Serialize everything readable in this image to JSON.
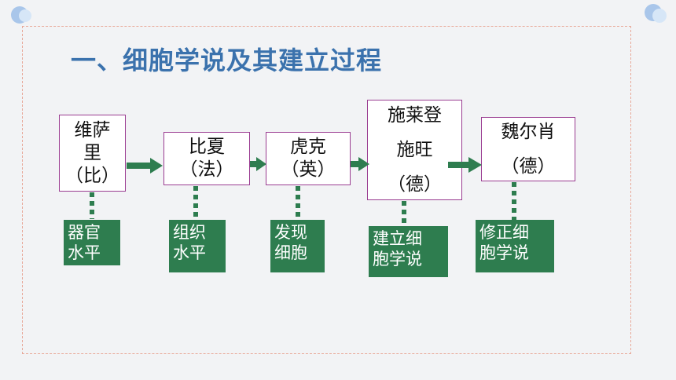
{
  "title": "一、细胞学说及其建立过程",
  "scientists": [
    {
      "lines": [
        "维萨",
        "里",
        "（比）"
      ],
      "contribution": [
        "器官",
        "水平"
      ]
    },
    {
      "lines": [
        "比夏",
        "（法）"
      ],
      "contribution": [
        "组织",
        "水平"
      ]
    },
    {
      "lines": [
        "虎克",
        "（英）"
      ],
      "contribution": [
        "发现",
        "细胞"
      ]
    },
    {
      "lines": [
        "施莱登",
        "施旺",
        "（德）"
      ],
      "contribution": [
        "建立细",
        "胞学说"
      ]
    },
    {
      "lines": [
        "魏尔肖",
        "（德）"
      ],
      "contribution": [
        "修正细",
        "胞学说"
      ]
    }
  ],
  "colors": {
    "title": "#3b72ad",
    "box_border": "#9a3c91",
    "green": "#2e7d4f",
    "frame": "#e8a898"
  }
}
